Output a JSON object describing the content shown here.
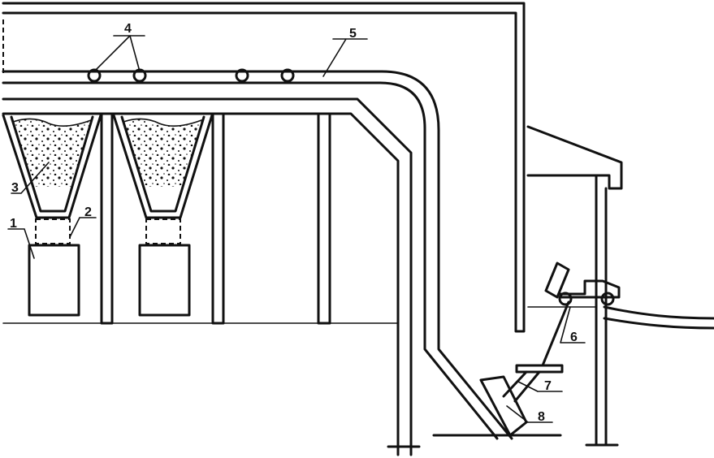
{
  "labels": {
    "l1": "1",
    "l2": "2",
    "l3": "3",
    "l4": "4",
    "l5": "5",
    "l6": "6",
    "l7": "7",
    "l8": "8"
  },
  "colors": {
    "ink": "#111111",
    "paper": "#ffffff"
  }
}
